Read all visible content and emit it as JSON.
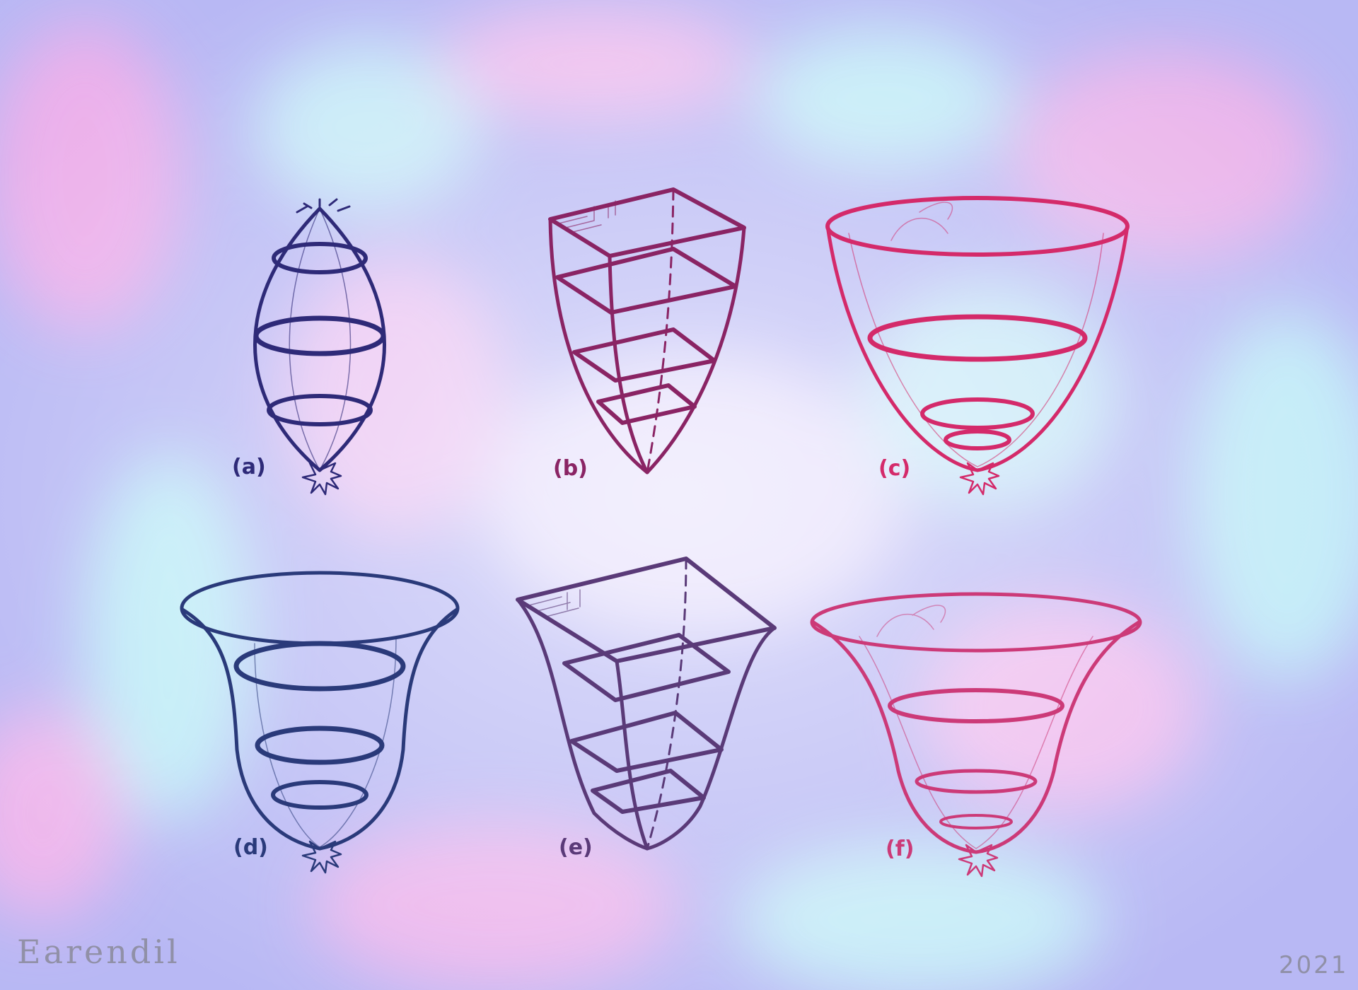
{
  "panels": [
    {
      "id": "a",
      "label": "(a)",
      "color": "#2e2a78"
    },
    {
      "id": "b",
      "label": "(b)",
      "color": "#8a2464"
    },
    {
      "id": "c",
      "label": "(c)",
      "color": "#d42a6a"
    },
    {
      "id": "d",
      "label": "(d)",
      "color": "#2a3a7a"
    },
    {
      "id": "e",
      "label": "(e)",
      "color": "#5a3a78"
    },
    {
      "id": "f",
      "label": "(f)",
      "color": "#cc3a78"
    }
  ],
  "signature": "Earendil",
  "year": "2021",
  "colors": {
    "background_base": "#b8b8f4",
    "background_pink": "#f4b8ec",
    "background_cyan": "#c0f4f8"
  }
}
